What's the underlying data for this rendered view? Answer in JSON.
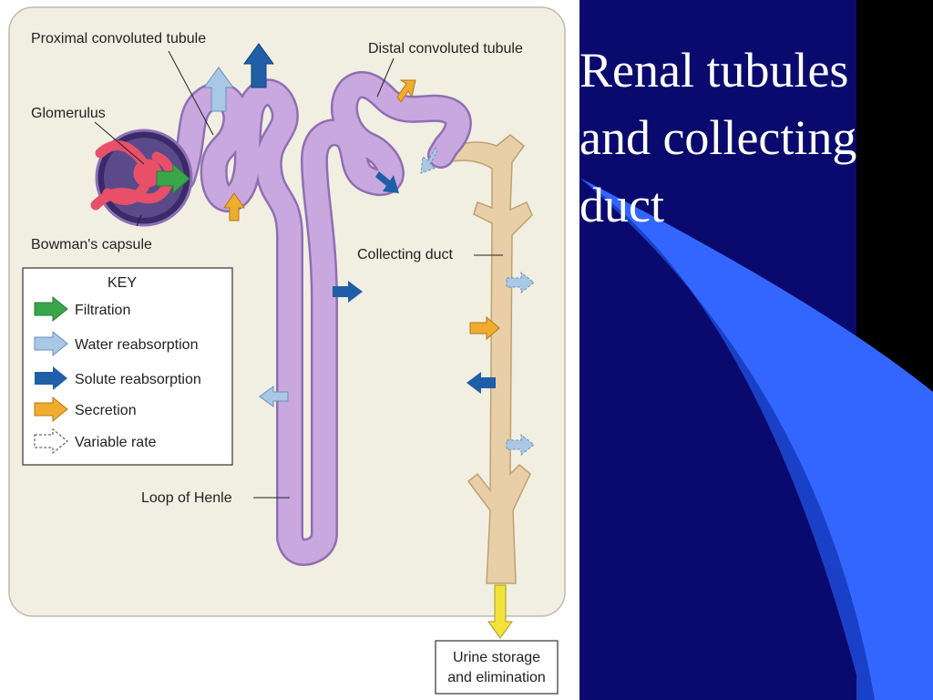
{
  "slide": {
    "title_lines": [
      "Renal tubules",
      "and collecting",
      "duct"
    ],
    "colors": {
      "background": "#0a0a6e",
      "accent": "#3366ff",
      "title": "#ffffff"
    }
  },
  "diagram": {
    "labels": {
      "proximal": "Proximal convoluted tubule",
      "distal": "Distal convoluted tubule",
      "glomerulus": "Glomerulus",
      "bowman": "Bowman's capsule",
      "collecting": "Collecting duct",
      "henle": "Loop of Henle",
      "urine_line1": "Urine storage",
      "urine_line2": "and elimination"
    },
    "key": {
      "title": "KEY",
      "items": [
        {
          "label": "Filtration",
          "color": "#3aa64a"
        },
        {
          "label": "Water reabsorption",
          "color": "#a9c8e6"
        },
        {
          "label": "Solute reabsorption",
          "color": "#1f5fa8"
        },
        {
          "label": "Secretion",
          "color": "#f0ac2e"
        },
        {
          "label": "Variable rate",
          "color": "#ffffff"
        }
      ]
    },
    "colors": {
      "tubule": "#c9a8e0",
      "tubule_edge": "#8f6fb3",
      "duct": "#e8cfa8",
      "duct_edge": "#c0a070",
      "capsule": "#3a2a6a",
      "glomerulus": "#e8506a",
      "panel": "#f1efe2",
      "urine_arrow": "#f3e23a"
    }
  }
}
